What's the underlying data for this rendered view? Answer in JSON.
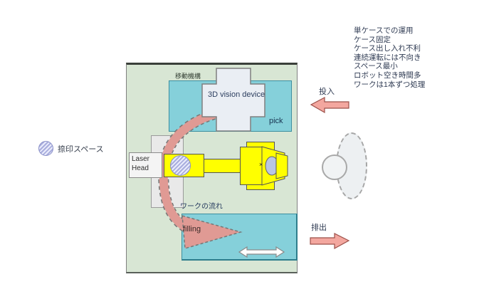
{
  "diagram": {
    "legend": {
      "stamp_space_label": "捺印スペース"
    },
    "cell": {
      "mechanism_label": "移動機構",
      "vision_device_label": "3D vision device",
      "pick_label": "pick",
      "laser_head_label": "Laser Head",
      "work_flow_label": "ワークの流れ",
      "filling_label": "filling",
      "chuck_mark": "×"
    },
    "io": {
      "input_label": "投入",
      "output_label": "排出"
    },
    "notes": [
      "単ケースでの運用",
      "ケース固定",
      "ケース出し入れ不利",
      "連続運転には不向き",
      "スペース最小",
      "ロボット空き時間多",
      "ワークは1本ずつ処理"
    ],
    "colors": {
      "cell_background": "#d8e6d4",
      "station_teal": "#85d0da",
      "machine_yellow": "#ffff00",
      "flow_arrow_salmon": "#e09a94",
      "io_arrow_pink": "#f3a79f",
      "stamp_purple": "#a9aede",
      "device_gray": "#eaeef4"
    }
  }
}
